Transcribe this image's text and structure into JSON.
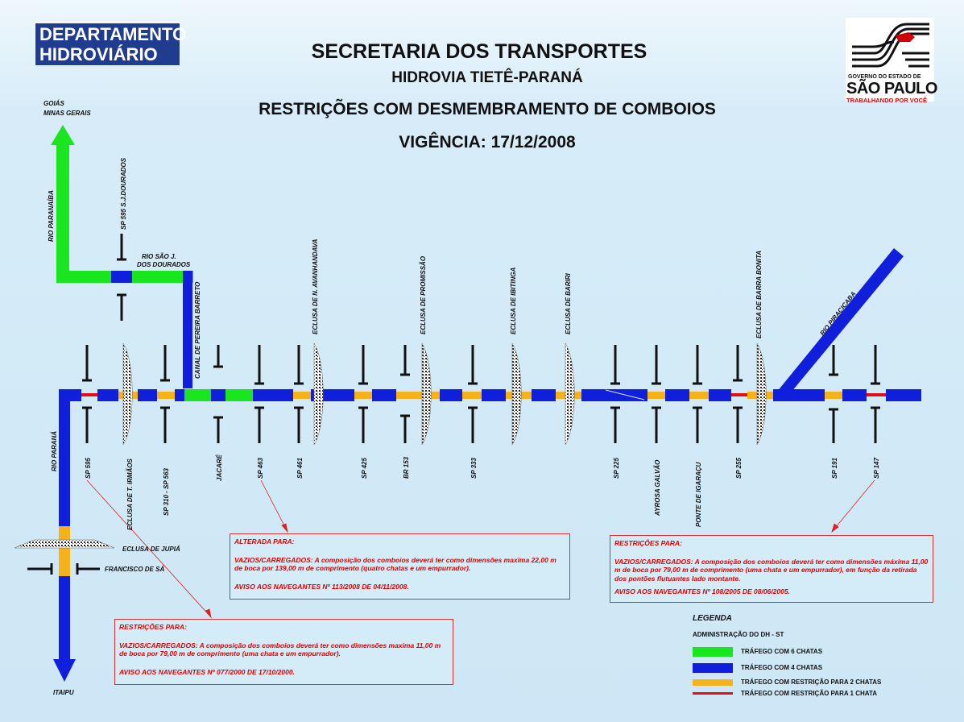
{
  "header": {
    "dept_logo": "DEPARTAMENTO\nHIDROVIÁRIO",
    "title": "SECRETARIA DOS TRANSPORTES",
    "subtitle": "HIDROVIA TIETÊ-PARANÁ",
    "heading": "RESTRIÇÕES COM DESMEMBRAMENTO DE COMBOIOS",
    "validity": "VIGÊNCIA: 17/12/2008"
  },
  "sp_logo": {
    "line1": "GOVERNO DO ESTADO DE",
    "line2": "SÃO PAULO",
    "line3": "TRABALHANDO POR VOCÊ"
  },
  "colors": {
    "six_barges": "#19e61e",
    "four_barges": "#0f1fdc",
    "two_barges": "#f5b21a",
    "one_barge": "#e01010"
  },
  "map_labels": {
    "goias": "GOIÁS",
    "minas": "MINAS GERAIS",
    "rio_paranaiba": "RIO PARANAÍBA",
    "sp595_sjd": "SP 595 S.J.DOURADOS",
    "rio_sao_j_1": "RIO SÃO J.",
    "rio_sao_j_2": "DOS DOURADOS",
    "canal_pereira_barreto": "CANAL DE PEREIRA BARRETO",
    "rio_parana": "RIO PARANÁ",
    "rio_piracicaba": "RIO PIRACICABA",
    "eclusa_jupia": "ECLUSA DE JUPIÁ",
    "francisco_de_sa": "FRANCISCO DE SÁ",
    "itaipu": "ITAIPU"
  },
  "top_labels": [
    {
      "id": "avanhandava",
      "text": "ECLUSA DE N. AVANHANDAVA"
    },
    {
      "id": "promissao",
      "text": "ECLUSA DE PROMISSÃO"
    },
    {
      "id": "ibitinga",
      "text": "ECLUSA DE IBITINGA"
    },
    {
      "id": "bariri",
      "text": "ECLUSA DE BARIRI"
    },
    {
      "id": "barra_bonita",
      "text": "ECLUSA DE BARRA BONITA"
    }
  ],
  "bottom_labels": [
    {
      "id": "sp595",
      "text": "SP 595"
    },
    {
      "id": "tres_irmaos",
      "text": "ECLUSA DE T. IRMÃOS"
    },
    {
      "id": "sp310",
      "text": "SP 310 - SP 563"
    },
    {
      "id": "jacare",
      "text": "JACARÉ"
    },
    {
      "id": "sp463",
      "text": "SP 463"
    },
    {
      "id": "sp461",
      "text": "SP 461"
    },
    {
      "id": "sp425",
      "text": "SP 425"
    },
    {
      "id": "br153",
      "text": "BR 153"
    },
    {
      "id": "sp333",
      "text": "SP 333"
    },
    {
      "id": "sp225",
      "text": "SP 225"
    },
    {
      "id": "ayrosa",
      "text": "AYROSA GALVÃO"
    },
    {
      "id": "igaracu",
      "text": "PONTE DE IGARAÇU"
    },
    {
      "id": "sp255",
      "text": "SP 255"
    },
    {
      "id": "sp191",
      "text": "SP 191"
    },
    {
      "id": "sp147",
      "text": "SP 147"
    }
  ],
  "notes": {
    "altered": {
      "title": "ALTERADA PARA:",
      "body": "VAZIOS/CARREGADOS: A composição dos comboios deverá ter como dimensões maxima 22,00 m de boca por 139,00 m de comprimento (quatro chatas e um empurrador).",
      "notice": "AVISO AOS NAVEGANTES Nº 113/2008 DE 04/11/2008."
    },
    "right": {
      "title": "RESTRIÇÕES PARA:",
      "body": "VAZIOS/CARREGADOS: A composição dos comboios deverá ter como dimensões máxima 11,00 m de boca por 79,00 m de comprimento (uma chata e um empurrador), em função da retirada dos pontões flutuantes lado montante.",
      "notice": "AVISO AOS NAVEGANTES Nº 108/2005 DE 08/06/2005."
    },
    "left": {
      "title": "RESTRIÇÕES PARA:",
      "body": "VAZIOS/CARREGADOS: A composição dos comboios deverá ter como dimensões maxima 11,00 m de boca por 79,00 m de comprimento (uma chata e um empurrador).",
      "notice": "AVISO AOS NAVEGANTES Nº 077/2000 DE 17/10/2000."
    }
  },
  "legend": {
    "title": "LEGENDA",
    "subtitle": "ADMINISTRAÇÃO DO DH - ST",
    "items": [
      {
        "label": "TRÁFEGO COM 6 CHATAS",
        "color": "#19e61e"
      },
      {
        "label": "TRÁFEGO COM 4 CHATAS",
        "color": "#0f1fdc"
      },
      {
        "label": "TRÁFEGO COM RESTRIÇÃO PARA 2 CHATAS",
        "color": "#f5b21a"
      },
      {
        "label": "TRÁFEGO COM RESTRIÇÃO PARA 1 CHATA",
        "color": "#e01010"
      }
    ]
  }
}
